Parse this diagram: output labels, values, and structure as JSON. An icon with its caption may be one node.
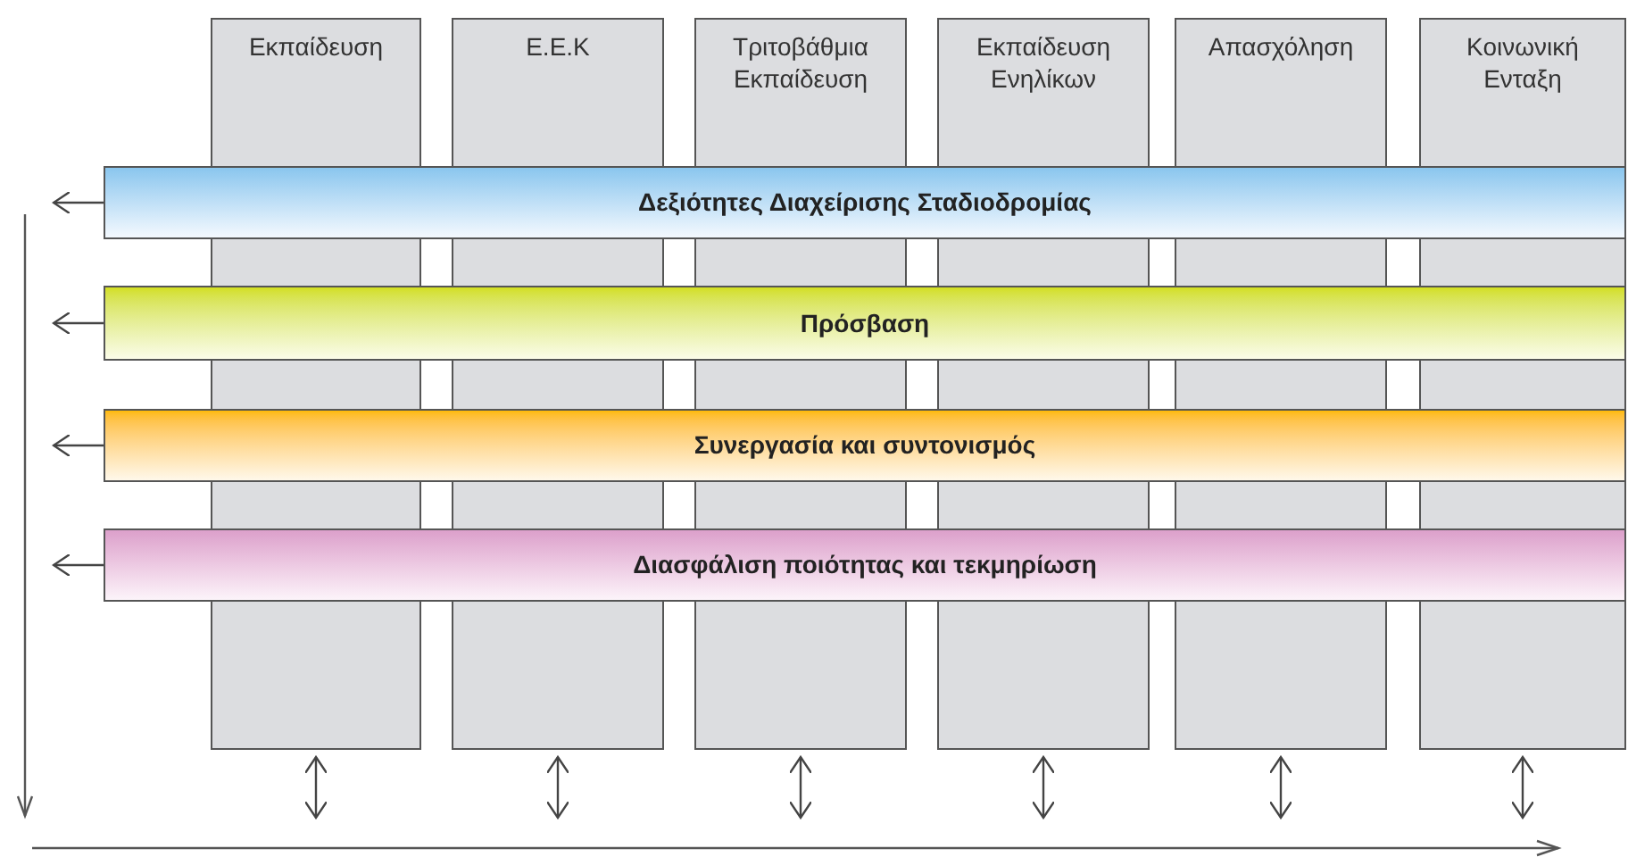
{
  "diagram": {
    "nodes": [
      {
        "text": [
          "Εκπαίδευση"
        ]
      },
      {
        "text": [
          "Ε.Ε.Κ"
        ]
      },
      {
        "text": [
          "Τριτοβάθμια Εκπαίδευση"
        ]
      },
      {
        "text": [
          "Εκπαίδευση Ενηλίκων"
        ]
      },
      {
        "text": [
          "Απασχόληση"
        ]
      },
      {
        "text": [
          "Κοινωνική Ενταξη"
        ]
      },
      {
        "text": [
          "Δεξιότητες Διαχείρισης Σταδιοδρομίας"
        ]
      },
      {
        "text": [
          "Πρόσβαση"
        ]
      },
      {
        "text": [
          "Συνεργασία και συντονισμός"
        ]
      },
      {
        "text": [
          "Διασφάλιση ποιότητας και τεκμηρίωση"
        ]
      }
    ],
    "edges": [
      {
        "from": 6,
        "to": null,
        "arrow": "to"
      },
      {
        "from": 7,
        "to": null,
        "arrow": "to"
      },
      {
        "from": 8,
        "to": null,
        "arrow": "to"
      },
      {
        "from": 9,
        "to": null,
        "arrow": "to"
      },
      {
        "from": 0,
        "to": null,
        "arrow": "both"
      },
      {
        "from": 1,
        "to": null,
        "arrow": "both"
      },
      {
        "from": 2,
        "to": null,
        "arrow": "both"
      },
      {
        "from": 3,
        "to": null,
        "arrow": "both"
      },
      {
        "from": 4,
        "to": null,
        "arrow": "both"
      },
      {
        "from": 5,
        "to": null,
        "arrow": "both"
      }
    ]
  }
}
